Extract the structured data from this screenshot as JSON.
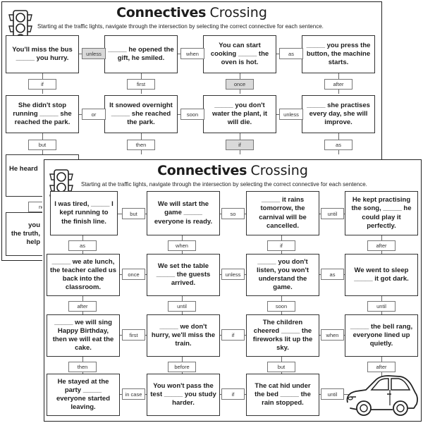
{
  "back": {
    "title_bold": "Connectives",
    "title_light": "Crossing",
    "instructions": "Starting at the traffic lights, navigate through the intersection by selecting the correct connective for each sentence.",
    "sentences": [
      "You'll miss the bus _____ you hurry.",
      "_____ he opened the gift, he smiled.",
      "You can start cooking _____ the oven is hot.",
      "_____ you press the button, the machine starts.",
      "She didn't stop running _____ she reached the park.",
      "It snowed overnight _____ she reached the park.",
      "_____ you don't water the plant, it will die.",
      "_____ she practises every day, she will improve.",
      "He heard",
      "you",
      "the truth,",
      "help"
    ],
    "h_connectives": [
      "unless",
      "when",
      "as",
      "or",
      "soon",
      "unless"
    ],
    "v_connectives": [
      "if",
      "first",
      "once",
      "after",
      "but",
      "then",
      "if",
      "as",
      "ne"
    ]
  },
  "front": {
    "title_bold": "Connectives",
    "title_light": "Crossing",
    "instructions": "Starting at the traffic lights, navigate through the intersection by selecting the correct connective for each sentence.",
    "sentences": [
      "I was tired, _____ I kept running to the finish line.",
      "We will start the game _____ everyone is ready.",
      "_____ it rains tomorrow, the carnival will be cancelled.",
      "He kept practising the song, _____ he could play it perfectly.",
      "_____ we ate lunch, the teacher called us back into the classroom.",
      "We set the table _____ the guests arrived.",
      "_____ you don't listen, you won't understand the game.",
      "We went to sleep _____ it got dark.",
      "_____ we will sing Happy Birthday, then we will eat the cake.",
      "_____ we don't hurry, we'll miss the train.",
      "The children cheered _____ the fireworks lit up the sky.",
      "_____ the bell rang, everyone lined up quietly.",
      "He stayed at the party _____ everyone started leaving.",
      "You won't pass the test _____ you study harder.",
      "The cat hid under the bed _____ the rain stopped."
    ],
    "h_connectives": [
      "but",
      "so",
      "until",
      "once",
      "unless",
      "as",
      "first",
      "if",
      "when",
      "in case",
      "if",
      "until"
    ],
    "v_connectives": [
      "as",
      "when",
      "if",
      "after",
      "after",
      "until",
      "soon",
      "until",
      "then",
      "before",
      "but",
      "after"
    ]
  },
  "icons": [
    "traffic-light-icon",
    "car-icon"
  ],
  "colors": {
    "border": "#222222",
    "shaded_connective": "#d9d9d9"
  }
}
